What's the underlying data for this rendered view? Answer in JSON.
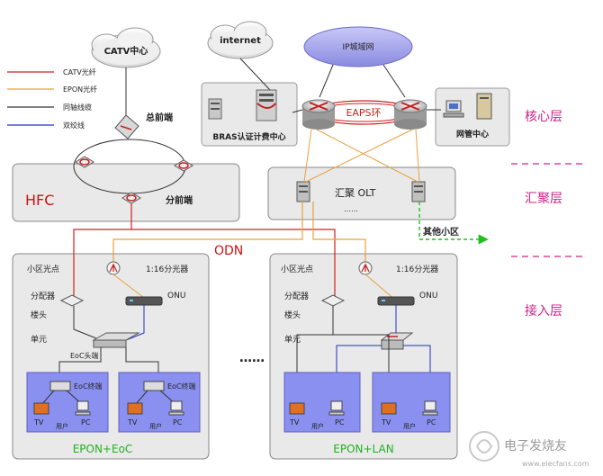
{
  "legend": {
    "catv": "CATV光纤",
    "epon": "EPON光纤",
    "coax": "同轴线缆",
    "twisted": "双绞线"
  },
  "clouds": {
    "catv_center": "CATV中心",
    "internet": "internet",
    "ip_metro": "IP城域网"
  },
  "core": {
    "bras": "BRAS认证计费中心",
    "eaps": "EAPS环",
    "nms": "网管中心"
  },
  "hfc": {
    "label": "HFC",
    "head_end": "总前端",
    "sub_head_end": "分前端"
  },
  "aggregation": {
    "label": "汇聚 OLT",
    "dots": "……",
    "other": "其他小区"
  },
  "layers": {
    "core": "核心层",
    "aggregation": "汇聚层",
    "access": "接入层"
  },
  "odn": "ODN",
  "left_block": {
    "optical_node": "小区光点",
    "splitter": "1:16分光器",
    "divider": "分配器",
    "onu": "ONU",
    "building": "楼头",
    "unit": "单元",
    "eoc_head": "EoC头端",
    "eoc_term_1": "EoC终端",
    "eoc_term_2": "EoC终端",
    "tv_1": "TV",
    "user_1": "用户",
    "pc_1": "PC",
    "tv_2": "TV",
    "user_2": "用户",
    "pc_2": "PC",
    "caption": "EPON+EoC"
  },
  "right_block": {
    "optical_node": "小区光点",
    "splitter": "1:16分光器",
    "divider": "分配器",
    "onu": "ONU",
    "building": "楼头",
    "unit": "单元",
    "tv_1": "TV",
    "user_1": "用户",
    "pc_1": "PC",
    "tv_2": "TV",
    "user_2": "用户",
    "pc_2": "PC",
    "caption": "EPON+LAN"
  },
  "ellipsis": "……",
  "watermark": "电子发烧友",
  "watermark_url": "www.elecfans.com",
  "colors": {
    "catv": "#d02020",
    "epon": "#e8a040",
    "coax": "#333333",
    "twisted": "#2030c0",
    "panel": "#e9e9e9",
    "user_box": "#8a90f0",
    "layer_text": "#d0208a",
    "caption": "#20b020",
    "hfc_text": "#d01010"
  }
}
